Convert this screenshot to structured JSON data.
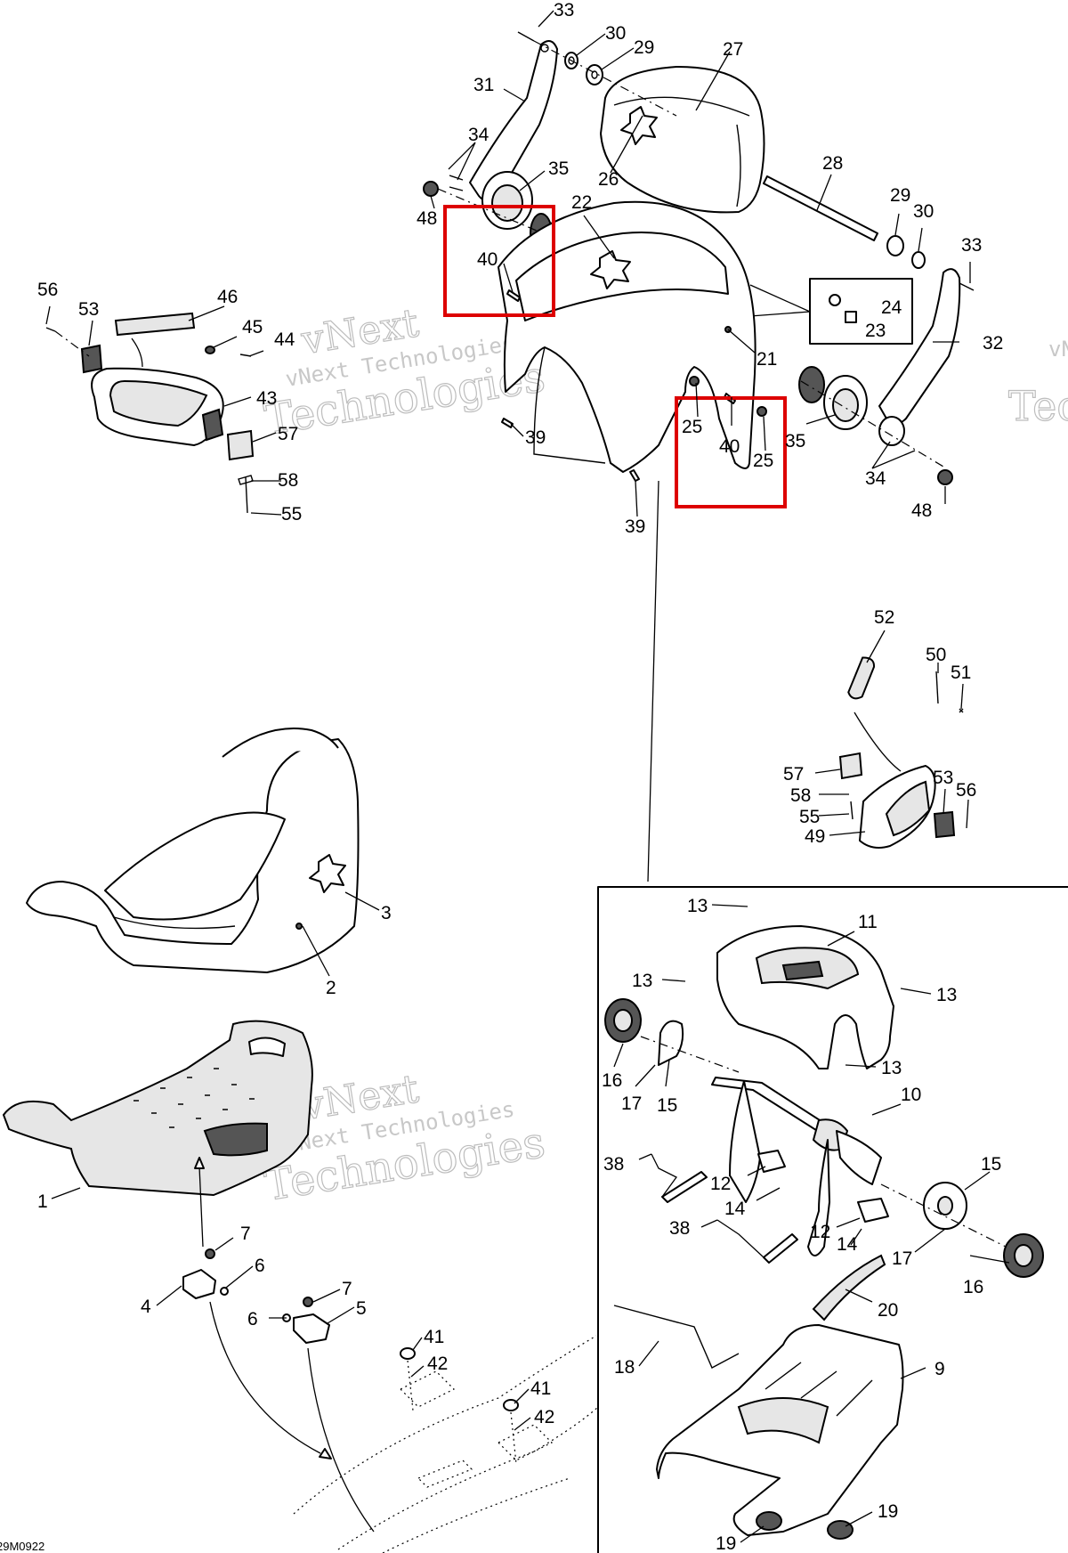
{
  "watermark": {
    "line1": "vNext",
    "line2": "vNext Technologies",
    "line3": "Technologies",
    "edge_short": "vN",
    "edge_tech": "Tec"
  },
  "diagram_code": "29M0922",
  "highlight_color": "#dd0000",
  "callouts": [
    {
      "id": "c33a",
      "label": "33"
    },
    {
      "id": "c30a",
      "label": "30"
    },
    {
      "id": "c29a",
      "label": "29"
    },
    {
      "id": "c27",
      "label": "27"
    },
    {
      "id": "c31",
      "label": "31"
    },
    {
      "id": "c34a",
      "label": "34"
    },
    {
      "id": "c35a",
      "label": "35"
    },
    {
      "id": "c26",
      "label": "26"
    },
    {
      "id": "c28",
      "label": "28"
    },
    {
      "id": "c48a",
      "label": "48"
    },
    {
      "id": "c22",
      "label": "22"
    },
    {
      "id": "c29b",
      "label": "29"
    },
    {
      "id": "c30b",
      "label": "30"
    },
    {
      "id": "c33b",
      "label": "33"
    },
    {
      "id": "c40a",
      "label": "40"
    },
    {
      "id": "c56a",
      "label": "56"
    },
    {
      "id": "c46",
      "label": "46"
    },
    {
      "id": "c53a",
      "label": "53"
    },
    {
      "id": "c45",
      "label": "45"
    },
    {
      "id": "c44",
      "label": "44"
    },
    {
      "id": "c24",
      "label": "24"
    },
    {
      "id": "c23",
      "label": "23"
    },
    {
      "id": "c32",
      "label": "32"
    },
    {
      "id": "c21",
      "label": "21"
    },
    {
      "id": "c43",
      "label": "43"
    },
    {
      "id": "c57a",
      "label": "57"
    },
    {
      "id": "c39a",
      "label": "39"
    },
    {
      "id": "c25a",
      "label": "25"
    },
    {
      "id": "c40b",
      "label": "40"
    },
    {
      "id": "c25b",
      "label": "25"
    },
    {
      "id": "c35b",
      "label": "35"
    },
    {
      "id": "c58a",
      "label": "58"
    },
    {
      "id": "c34b",
      "label": "34"
    },
    {
      "id": "c55a",
      "label": "55"
    },
    {
      "id": "c48b",
      "label": "48"
    },
    {
      "id": "c39b",
      "label": "39"
    },
    {
      "id": "c52",
      "label": "52"
    },
    {
      "id": "c50",
      "label": "50"
    },
    {
      "id": "c51",
      "label": "51"
    },
    {
      "id": "c57b",
      "label": "57"
    },
    {
      "id": "c53b",
      "label": "53"
    },
    {
      "id": "c56b",
      "label": "56"
    },
    {
      "id": "c58b",
      "label": "58"
    },
    {
      "id": "c55b",
      "label": "55"
    },
    {
      "id": "c49",
      "label": "49"
    },
    {
      "id": "c13a",
      "label": "13"
    },
    {
      "id": "c11",
      "label": "11"
    },
    {
      "id": "c3",
      "label": "3"
    },
    {
      "id": "c2",
      "label": "2"
    },
    {
      "id": "c13b",
      "label": "13"
    },
    {
      "id": "c13c",
      "label": "13"
    },
    {
      "id": "c16a",
      "label": "16"
    },
    {
      "id": "c13d",
      "label": "13"
    },
    {
      "id": "c17a",
      "label": "17"
    },
    {
      "id": "c15a",
      "label": "15"
    },
    {
      "id": "c10",
      "label": "10"
    },
    {
      "id": "c38a",
      "label": "38"
    },
    {
      "id": "c15b",
      "label": "15"
    },
    {
      "id": "c12a",
      "label": "12"
    },
    {
      "id": "c1",
      "label": "1"
    },
    {
      "id": "c14a",
      "label": "14"
    },
    {
      "id": "c38b",
      "label": "38"
    },
    {
      "id": "c12b",
      "label": "12"
    },
    {
      "id": "c14b",
      "label": "14"
    },
    {
      "id": "c17b",
      "label": "17"
    },
    {
      "id": "c7a",
      "label": "7"
    },
    {
      "id": "c16b",
      "label": "16"
    },
    {
      "id": "c6a",
      "label": "6"
    },
    {
      "id": "c4",
      "label": "4"
    },
    {
      "id": "c7b",
      "label": "7"
    },
    {
      "id": "c20",
      "label": "20"
    },
    {
      "id": "c6b",
      "label": "6"
    },
    {
      "id": "c5",
      "label": "5"
    },
    {
      "id": "c41a",
      "label": "41"
    },
    {
      "id": "c42a",
      "label": "42"
    },
    {
      "id": "c18",
      "label": "18"
    },
    {
      "id": "c9",
      "label": "9"
    },
    {
      "id": "c41b",
      "label": "41"
    },
    {
      "id": "c42b",
      "label": "42"
    },
    {
      "id": "c19a",
      "label": "19"
    },
    {
      "id": "c19b",
      "label": "19"
    }
  ]
}
